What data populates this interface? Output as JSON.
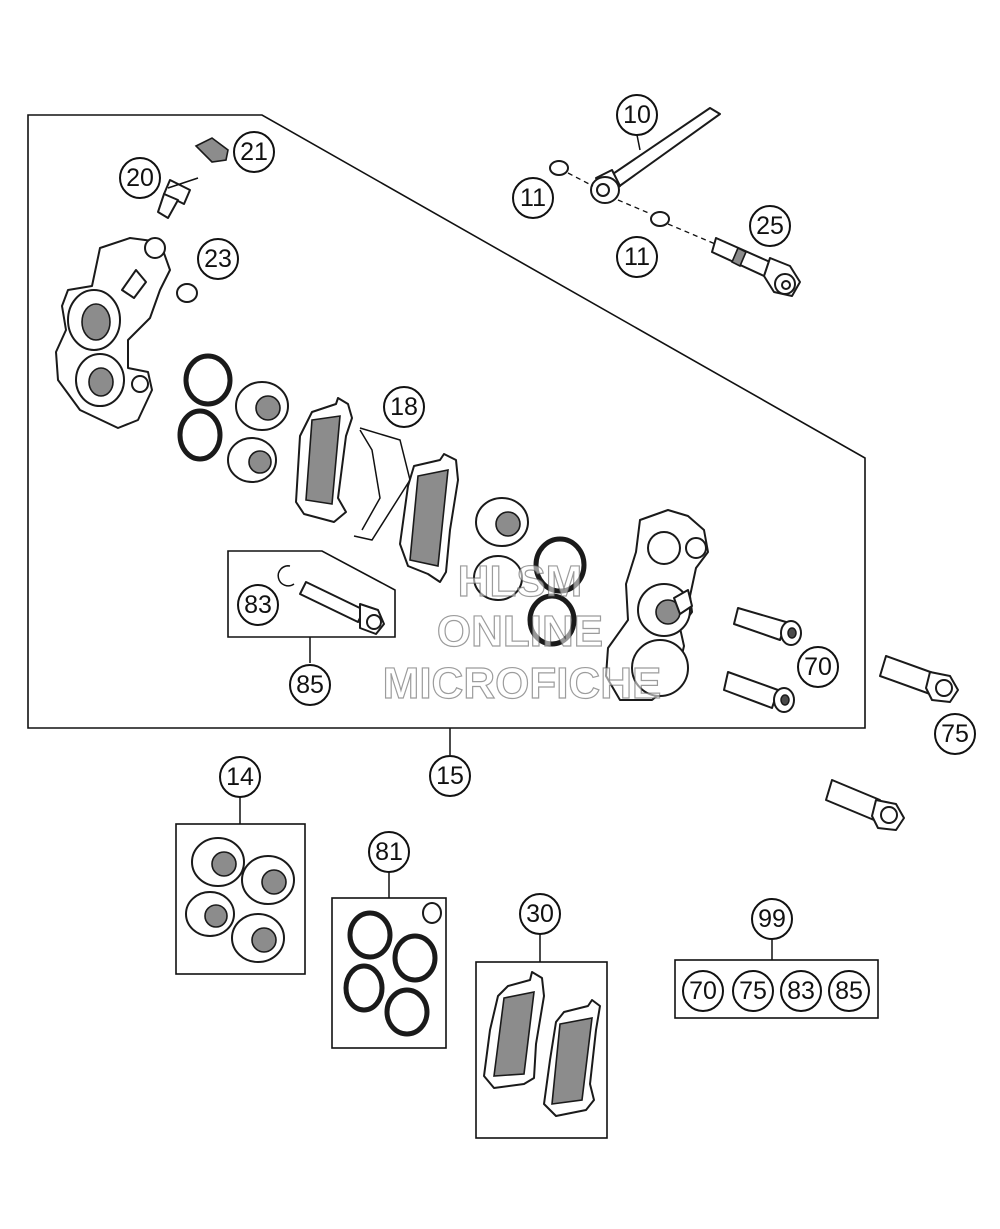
{
  "callouts": {
    "c10": "10",
    "c11a": "11",
    "c11b": "11",
    "c25": "25",
    "c20": "20",
    "c21": "21",
    "c23": "23",
    "c18": "18",
    "c83": "83",
    "c85": "85",
    "c70": "70",
    "c75": "75",
    "c15": "15",
    "c14": "14",
    "c81": "81",
    "c30": "30",
    "c99": "99",
    "k70": "70",
    "k75": "75",
    "k83": "83",
    "k85": "85"
  },
  "watermark": {
    "line1": "HLSM",
    "line2": "ONLINE",
    "line3": "MICROFICHE"
  }
}
